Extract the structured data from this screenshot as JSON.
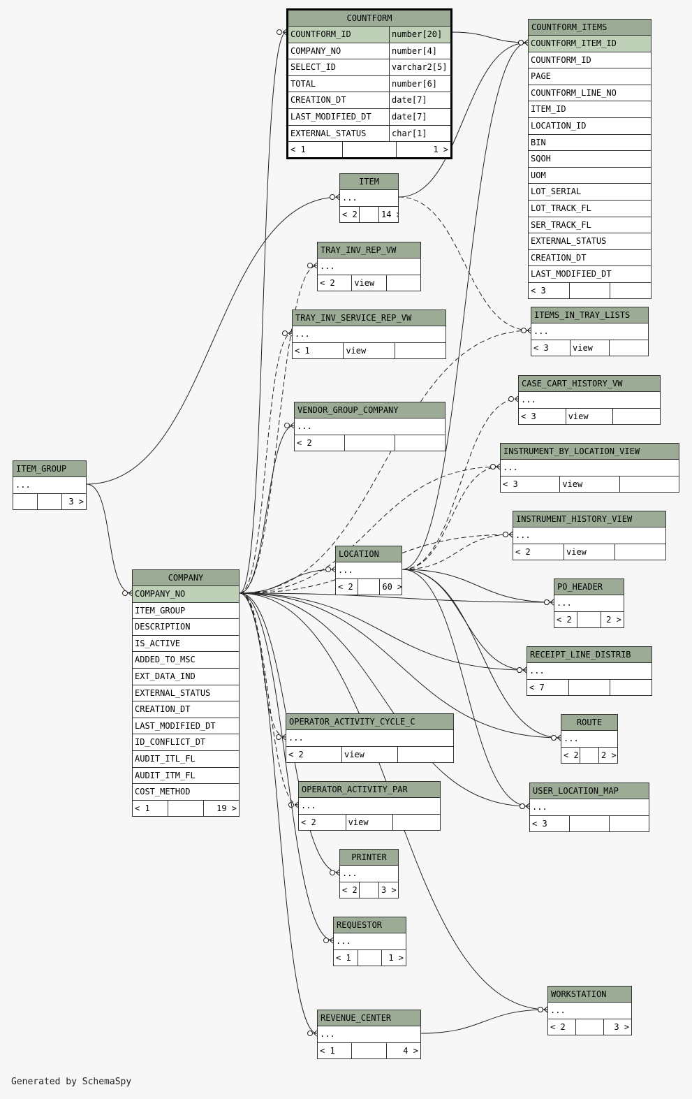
{
  "credit": "Generated by SchemaSpy",
  "tables": {
    "countform": {
      "title": "COUNTFORM",
      "columns": [
        {
          "name": "COUNTFORM_ID",
          "type": "number[20]",
          "pk": true
        },
        {
          "name": "COMPANY_NO",
          "type": "number[4]"
        },
        {
          "name": "SELECT_ID",
          "type": "varchar2[5]"
        },
        {
          "name": "TOTAL",
          "type": "number[6]"
        },
        {
          "name": "CREATION_DT",
          "type": "date[7]"
        },
        {
          "name": "LAST_MODIFIED_DT",
          "type": "date[7]"
        },
        {
          "name": "EXTERNAL_STATUS",
          "type": "char[1]"
        }
      ],
      "footer": [
        "< 1",
        "",
        "1 >"
      ]
    },
    "countform_items": {
      "title": "COUNTFORM_ITEMS",
      "columns": [
        {
          "name": "COUNTFORM_ITEM_ID",
          "pk": true
        },
        {
          "name": "COUNTFORM_ID"
        },
        {
          "name": "PAGE"
        },
        {
          "name": "COUNTFORM_LINE_NO"
        },
        {
          "name": "ITEM_ID"
        },
        {
          "name": "LOCATION_ID"
        },
        {
          "name": "BIN"
        },
        {
          "name": "SQOH"
        },
        {
          "name": "UOM"
        },
        {
          "name": "LOT_SERIAL"
        },
        {
          "name": "LOT_TRACK_FL"
        },
        {
          "name": "SER_TRACK_FL"
        },
        {
          "name": "EXTERNAL_STATUS"
        },
        {
          "name": "CREATION_DT"
        },
        {
          "name": "LAST_MODIFIED_DT"
        }
      ],
      "footer": [
        "< 3",
        "",
        ""
      ]
    },
    "item": {
      "title": "ITEM",
      "columns": [
        {
          "name": "..."
        }
      ],
      "footer": [
        "< 2",
        "",
        "14 >"
      ]
    },
    "tray_inv_rep_vw": {
      "title": "TRAY_INV_REP_VW",
      "columns": [
        {
          "name": "..."
        }
      ],
      "footer": [
        "< 2",
        "view",
        ""
      ]
    },
    "tray_inv_service_rep_vw": {
      "title": "TRAY_INV_SERVICE_REP_VW",
      "columns": [
        {
          "name": "..."
        }
      ],
      "footer": [
        "< 1",
        "view",
        ""
      ]
    },
    "vendor_group_company": {
      "title": "VENDOR_GROUP_COMPANY",
      "columns": [
        {
          "name": "..."
        }
      ],
      "footer": [
        "< 2",
        "",
        ""
      ]
    },
    "items_in_tray_lists": {
      "title": "ITEMS_IN_TRAY_LISTS",
      "columns": [
        {
          "name": "..."
        }
      ],
      "footer": [
        "< 3",
        "view",
        ""
      ]
    },
    "case_cart_history_vw": {
      "title": "CASE_CART_HISTORY_VW",
      "columns": [
        {
          "name": "..."
        }
      ],
      "footer": [
        "< 3",
        "view",
        ""
      ]
    },
    "instrument_by_location_view": {
      "title": "INSTRUMENT_BY_LOCATION_VIEW",
      "columns": [
        {
          "name": "..."
        }
      ],
      "footer": [
        "< 3",
        "view",
        ""
      ]
    },
    "instrument_history_view": {
      "title": "INSTRUMENT_HISTORY_VIEW",
      "columns": [
        {
          "name": "..."
        }
      ],
      "footer": [
        "< 2",
        "view",
        ""
      ]
    },
    "item_group": {
      "title": "ITEM_GROUP",
      "columns": [
        {
          "name": "..."
        }
      ],
      "footer": [
        "",
        "",
        "3 >"
      ]
    },
    "company": {
      "title": "COMPANY",
      "columns": [
        {
          "name": "COMPANY_NO",
          "pk": true
        },
        {
          "name": "ITEM_GROUP"
        },
        {
          "name": "DESCRIPTION"
        },
        {
          "name": "IS_ACTIVE"
        },
        {
          "name": "ADDED_TO_MSC"
        },
        {
          "name": "EXT_DATA_IND"
        },
        {
          "name": "EXTERNAL_STATUS"
        },
        {
          "name": "CREATION_DT"
        },
        {
          "name": "LAST_MODIFIED_DT"
        },
        {
          "name": "ID_CONFLICT_DT"
        },
        {
          "name": "AUDIT_ITL_FL"
        },
        {
          "name": "AUDIT_ITM_FL"
        },
        {
          "name": "COST_METHOD"
        }
      ],
      "footer": [
        "< 1",
        "",
        "19 >"
      ]
    },
    "location": {
      "title": "LOCATION",
      "columns": [
        {
          "name": "..."
        }
      ],
      "footer": [
        "< 2",
        "",
        "60 >"
      ]
    },
    "po_header": {
      "title": "PO_HEADER",
      "columns": [
        {
          "name": "..."
        }
      ],
      "footer": [
        "< 2",
        "",
        "2 >"
      ]
    },
    "receipt_line_distrib": {
      "title": "RECEIPT_LINE_DISTRIB",
      "columns": [
        {
          "name": "..."
        }
      ],
      "footer": [
        "< 7",
        "",
        ""
      ]
    },
    "operator_activity_cycle_c": {
      "title": "OPERATOR_ACTIVITY_CYCLE_C",
      "columns": [
        {
          "name": "..."
        }
      ],
      "footer": [
        "< 2",
        "view",
        ""
      ]
    },
    "route": {
      "title": "ROUTE",
      "columns": [
        {
          "name": "..."
        }
      ],
      "footer": [
        "< 2",
        "",
        "2 >"
      ]
    },
    "operator_activity_par": {
      "title": "OPERATOR_ACTIVITY_PAR",
      "columns": [
        {
          "name": "..."
        }
      ],
      "footer": [
        "< 2",
        "view",
        ""
      ]
    },
    "user_location_map": {
      "title": "USER_LOCATION_MAP",
      "columns": [
        {
          "name": "..."
        }
      ],
      "footer": [
        "< 3",
        "",
        ""
      ]
    },
    "printer": {
      "title": "PRINTER",
      "columns": [
        {
          "name": "..."
        }
      ],
      "footer": [
        "< 2",
        "",
        "3 >"
      ]
    },
    "requestor": {
      "title": "REQUESTOR",
      "columns": [
        {
          "name": "..."
        }
      ],
      "footer": [
        "< 1",
        "",
        "1 >"
      ]
    },
    "workstation": {
      "title": "WORKSTATION",
      "columns": [
        {
          "name": "..."
        }
      ],
      "footer": [
        "< 2",
        "",
        "3 >"
      ]
    },
    "revenue_center": {
      "title": "REVENUE_CENTER",
      "columns": [
        {
          "name": "..."
        }
      ],
      "footer": [
        "< 1",
        "",
        "4 >"
      ]
    }
  },
  "relationships": [
    {
      "from": "countform",
      "to": "countform_items",
      "style": "solid"
    },
    {
      "from": "company",
      "to": "countform",
      "style": "solid"
    },
    {
      "from": "item",
      "to": "countform_items",
      "style": "solid"
    },
    {
      "from": "location",
      "to": "countform_items",
      "style": "solid"
    },
    {
      "from": "item_group",
      "to": "item",
      "style": "solid"
    },
    {
      "from": "item_group",
      "to": "company",
      "style": "solid"
    },
    {
      "from": "company",
      "to": "tray_inv_rep_vw",
      "style": "dashed"
    },
    {
      "from": "company",
      "to": "tray_inv_service_rep_vw",
      "style": "dashed"
    },
    {
      "from": "company",
      "to": "vendor_group_company",
      "style": "solid"
    },
    {
      "from": "item",
      "to": "items_in_tray_lists",
      "style": "dashed"
    },
    {
      "from": "company",
      "to": "items_in_tray_lists",
      "style": "dashed"
    },
    {
      "from": "location",
      "to": "case_cart_history_vw",
      "style": "dashed"
    },
    {
      "from": "company",
      "to": "instrument_by_location_view",
      "style": "dashed"
    },
    {
      "from": "location",
      "to": "instrument_by_location_view",
      "style": "dashed"
    },
    {
      "from": "company",
      "to": "instrument_history_view",
      "style": "dashed"
    },
    {
      "from": "location",
      "to": "instrument_history_view",
      "style": "dashed"
    },
    {
      "from": "company",
      "to": "location",
      "style": "solid"
    },
    {
      "from": "company",
      "to": "po_header",
      "style": "solid"
    },
    {
      "from": "location",
      "to": "po_header",
      "style": "solid"
    },
    {
      "from": "company",
      "to": "receipt_line_distrib",
      "style": "solid"
    },
    {
      "from": "location",
      "to": "receipt_line_distrib",
      "style": "solid"
    },
    {
      "from": "company",
      "to": "operator_activity_cycle_c",
      "style": "dashed"
    },
    {
      "from": "company",
      "to": "route",
      "style": "solid"
    },
    {
      "from": "location",
      "to": "route",
      "style": "solid"
    },
    {
      "from": "company",
      "to": "operator_activity_par",
      "style": "dashed"
    },
    {
      "from": "company",
      "to": "user_location_map",
      "style": "solid"
    },
    {
      "from": "location",
      "to": "user_location_map",
      "style": "solid"
    },
    {
      "from": "company",
      "to": "printer",
      "style": "solid"
    },
    {
      "from": "company",
      "to": "requestor",
      "style": "solid"
    },
    {
      "from": "company",
      "to": "workstation",
      "style": "solid"
    },
    {
      "from": "revenue_center",
      "to": "workstation",
      "style": "solid"
    },
    {
      "from": "company",
      "to": "revenue_center",
      "style": "solid"
    }
  ]
}
